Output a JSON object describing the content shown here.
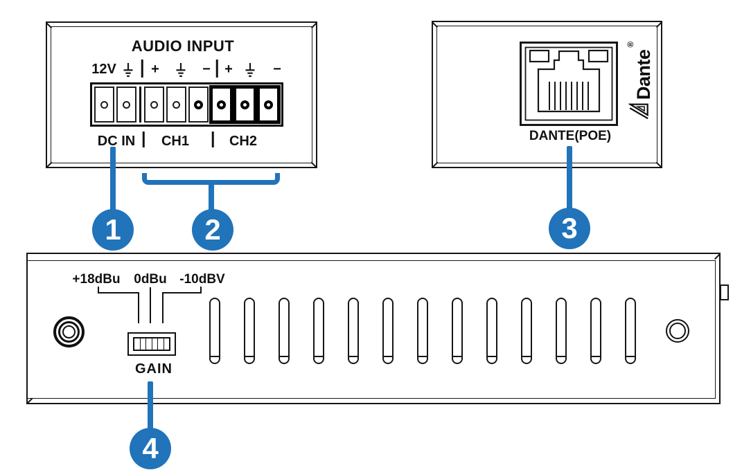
{
  "colors": {
    "accent_blue": "#2173ba",
    "drawing_line": "#161616"
  },
  "audio_input_panel": {
    "title": "AUDIO INPUT",
    "top_labels": {
      "power": "12V",
      "separator": "|",
      "plus": "+",
      "minus": "−"
    },
    "bottom_labels": {
      "dc_in": "DC IN",
      "separator": "|",
      "ch1": "CH1",
      "ch2": "CH2"
    }
  },
  "dante_panel": {
    "port_label": "DANTE(POE)",
    "brand": "Dante",
    "registered_mark": "®"
  },
  "rear_panel": {
    "gain_high": "+18dBu",
    "gain_mid": "0dBu",
    "gain_low": "-10dBV",
    "switch_label": "GAIN"
  },
  "callouts": {
    "item1": "1",
    "item2": "2",
    "item3": "3",
    "item4": "4"
  }
}
